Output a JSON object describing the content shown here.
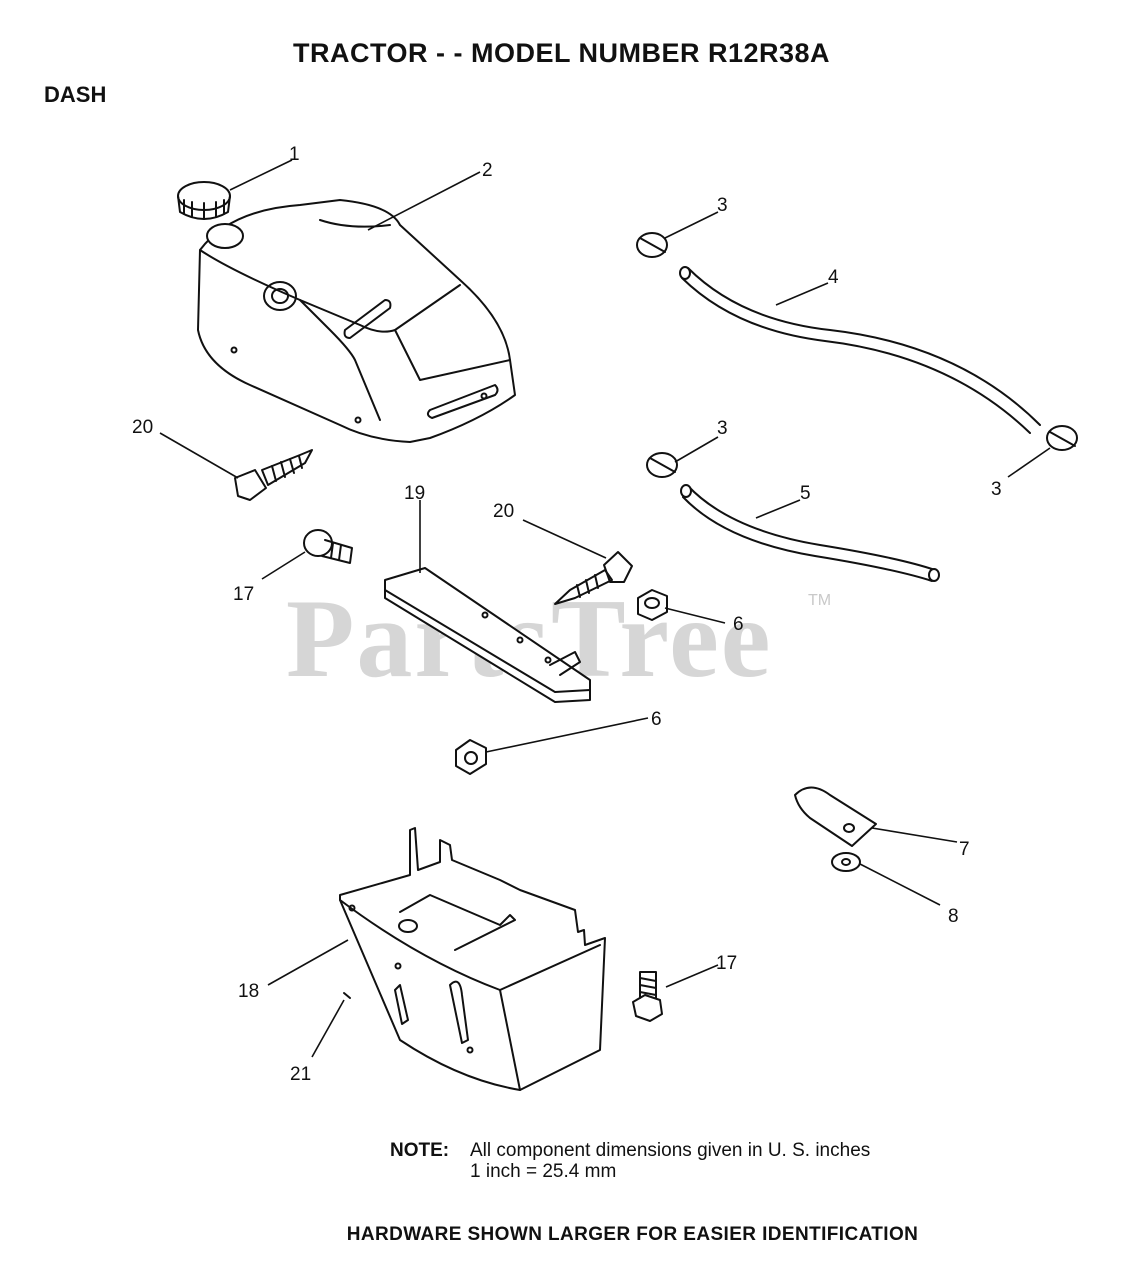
{
  "header": {
    "title": "TRACTOR - - MODEL NUMBER R12R38A",
    "section": "DASH"
  },
  "watermark": {
    "text": "PartsTree",
    "tm": "TM"
  },
  "callouts": {
    "c1": "1",
    "c2": "2",
    "c3a": "3",
    "c3b": "3",
    "c3c": "3",
    "c4": "4",
    "c5": "5",
    "c6a": "6",
    "c6b": "6",
    "c7": "7",
    "c8": "8",
    "c17a": "17",
    "c17b": "17",
    "c18": "18",
    "c19": "19",
    "c20a": "20",
    "c20b": "20",
    "c21": "21"
  },
  "note": {
    "label": "NOTE:",
    "line1": "All component dimensions given in U. S. inches",
    "line2": "1 inch = 25.4 mm"
  },
  "footer": "HARDWARE SHOWN LARGER FOR EASIER IDENTIFICATION"
}
